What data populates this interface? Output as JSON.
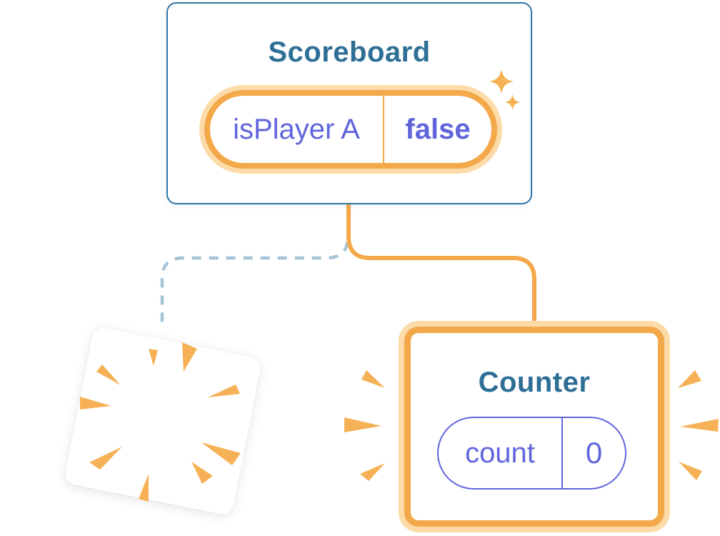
{
  "diagram": {
    "scoreboard": {
      "title": "Scoreboard",
      "state": {
        "name": "isPlayer A",
        "value": "false"
      }
    },
    "counter": {
      "title": "Counter",
      "state": {
        "name": "count",
        "value": "0"
      }
    },
    "removed_component": {
      "description": "tilted blank card vanishing with poof burst"
    },
    "icons": {
      "sparkles": "sparkles-icon",
      "poof": "poof-burst-icon",
      "emphasis": "emphasis-burst-icon"
    }
  },
  "colors": {
    "card-border-blue": "#2E74A4",
    "heading-blue": "#2F6F96",
    "state-purple": "#6165DB",
    "accent-orange": "#F3A84A",
    "accent-orange-light": "#FCDBA9",
    "burst-orange": "#F6B156",
    "dashed-line-blue": "#A6C4D8",
    "card-bg": "#FFFFFF",
    "page-bg": "#FFFFFF"
  }
}
